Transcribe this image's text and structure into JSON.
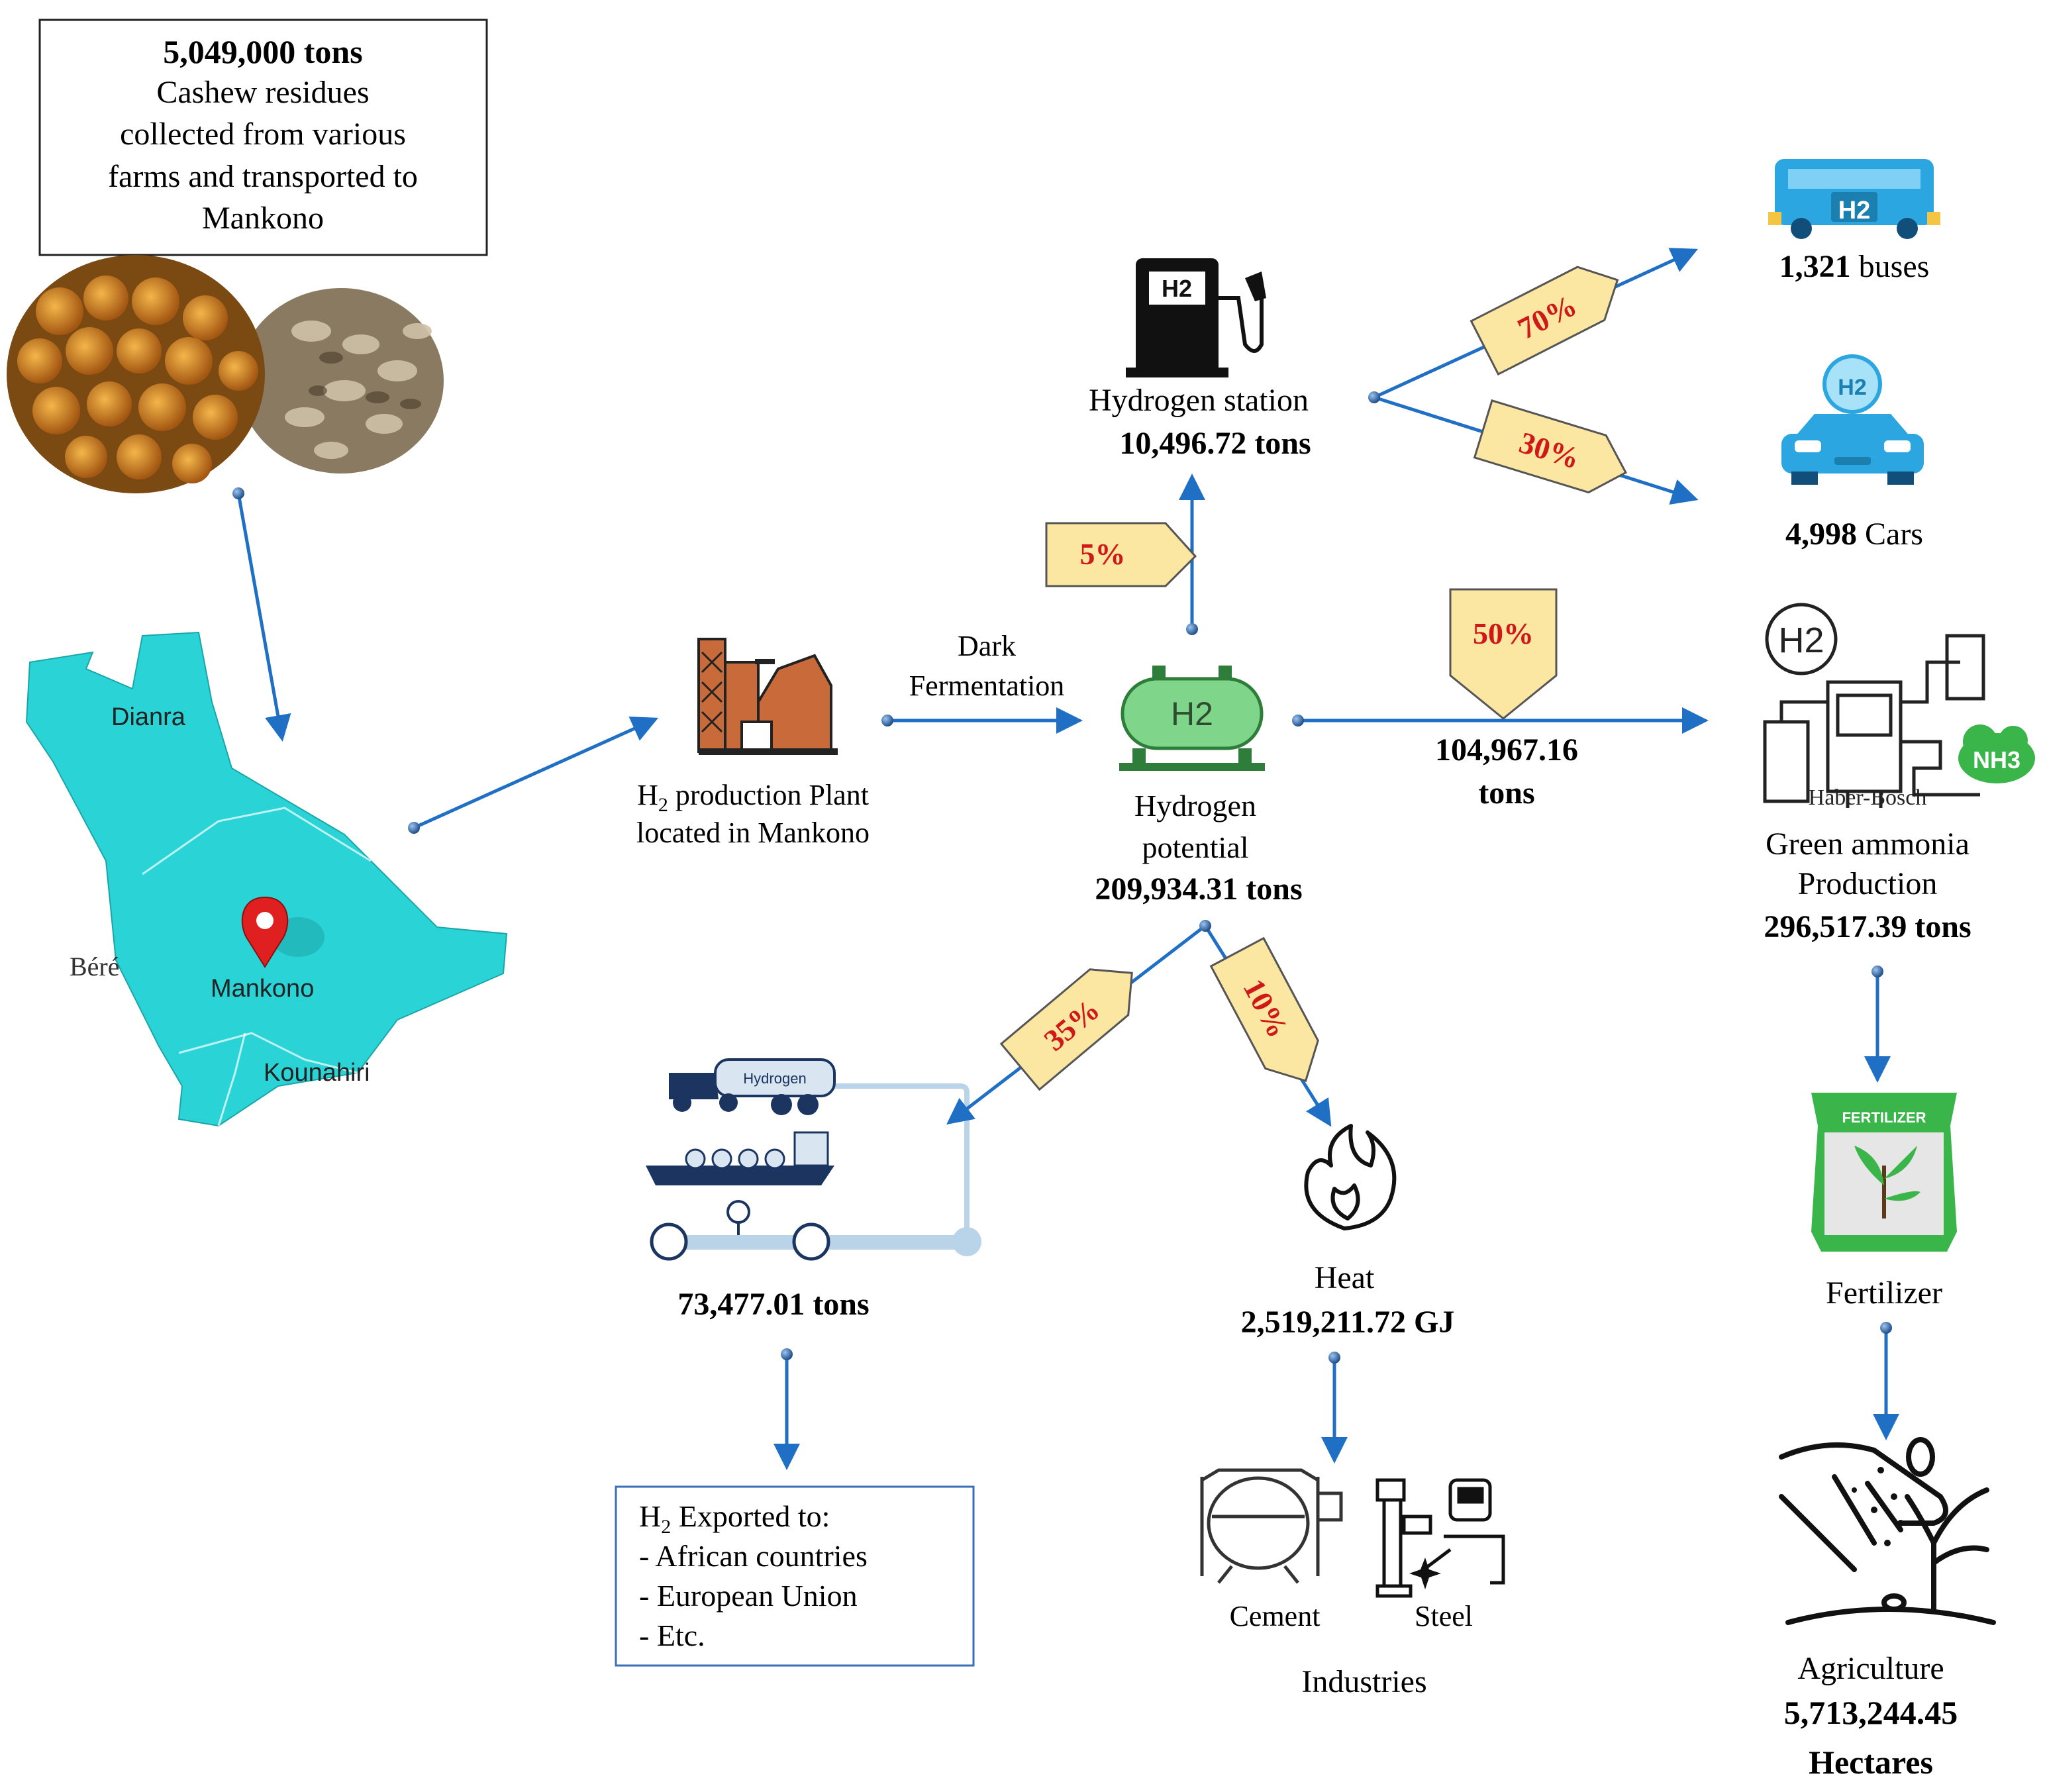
{
  "source_box": {
    "amount": "5,049,000 tons",
    "line1": "Cashew residues",
    "line2": "collected from various",
    "line3": "farms and transported to",
    "line4": "Mankono"
  },
  "map": {
    "dianra": "Dianra",
    "bere": "Béré",
    "mankono": "Mankono",
    "kounahiri": "Kounahiri"
  },
  "plant": {
    "line1_sub": "2",
    "line1_rest": " production Plant",
    "line1_h": "H",
    "line2": "located in Mankono"
  },
  "process": {
    "line1": "Dark",
    "line2": "Fermentation"
  },
  "hub": {
    "line1": "Hydrogen",
    "line2": "potential",
    "amount": "209,934.31 tons",
    "tank_label": "H2"
  },
  "station": {
    "label": "Hydrogen station",
    "amount": "10,496.72 tons",
    "pump_label": "H2"
  },
  "percents": {
    "p5": "5%",
    "p70": "70%",
    "p30": "30%",
    "p50": "50%",
    "p35": "35%",
    "p10": "10%"
  },
  "buses": {
    "amount": "1,321",
    "unit": " buses",
    "icon_label": "H2"
  },
  "cars": {
    "amount": "4,998",
    "unit": " Cars",
    "icon_label": "H2"
  },
  "ammonia_flow": {
    "line1": "104,967.16",
    "line2": "tons"
  },
  "ammonia": {
    "icon_h2": "H2",
    "icon_nh3": "NH3",
    "icon_caption": "Haber-Bosch",
    "line1": "Green ammonia",
    "line2": "Production",
    "amount": "296,517.39 tons"
  },
  "fertilizer": {
    "bag_label": "FERTILIZER",
    "label": "Fertilizer"
  },
  "agriculture": {
    "label": "Agriculture",
    "amount": "5,713,244.45",
    "unit": "Hectares"
  },
  "export": {
    "truck_label": "Hydrogen",
    "amount": "73,477.01 tons",
    "box_h": "H",
    "box_sub": "2",
    "box_title_rest": " Exported to:",
    "item1": "- African countries",
    "item2": "- European Union",
    "item3": "- Etc."
  },
  "heat": {
    "label": "Heat",
    "amount": "2,519,211.72 GJ",
    "cement": "Cement",
    "steel": "Steel",
    "industries": "Industries"
  },
  "colors": {
    "arrow": "#1f6fc5",
    "tag_fill": "#fbe6a2",
    "tag_text": "#d01818",
    "map_fill": "#2ad4d6",
    "plant": "#c86a3a",
    "tank": "#55c96a",
    "vehicle": "#2ba6e0"
  }
}
